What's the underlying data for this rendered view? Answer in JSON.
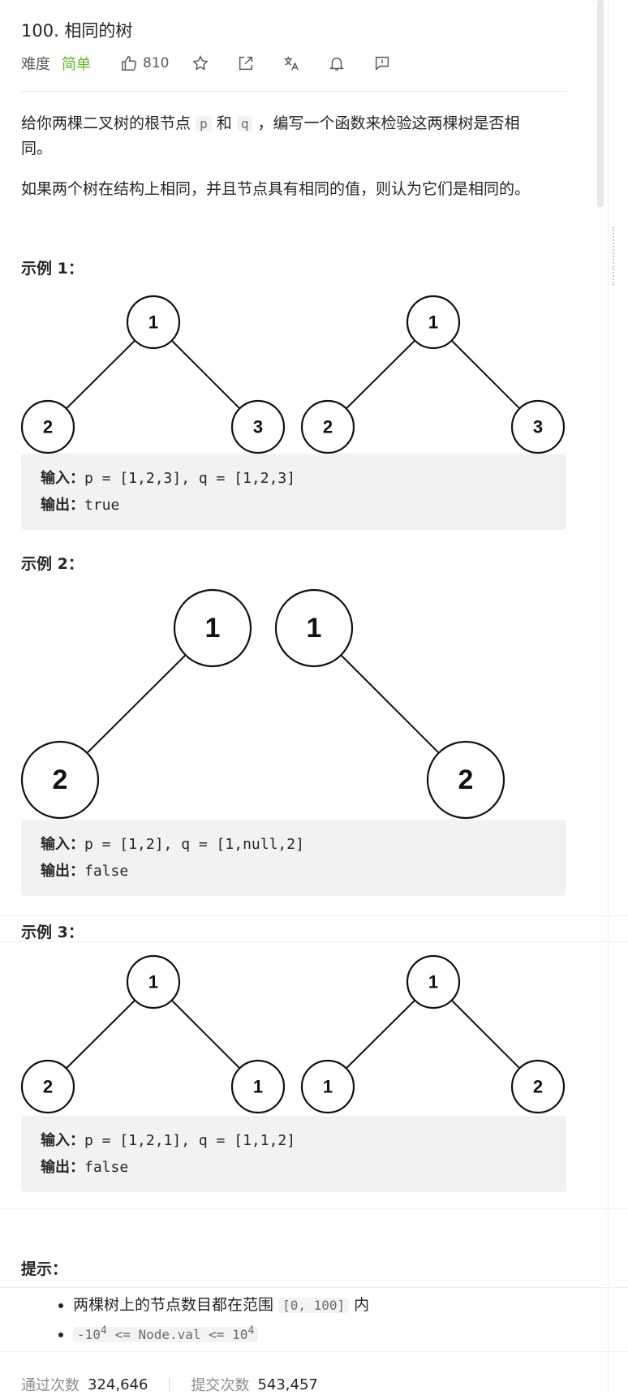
{
  "problem": {
    "title": "100. 相同的树",
    "difficulty_label": "难度",
    "difficulty_value": "简单",
    "likes": "810",
    "icons": [
      "thumbs-up-icon",
      "star-icon",
      "share-icon",
      "translate-icon",
      "bell-icon",
      "feedback-icon"
    ]
  },
  "description": {
    "p1_part1": "给你两棵二叉树的根节点",
    "p1_code_p": "p",
    "p1_part2": "和",
    "p1_code_q": "q",
    "p1_part3": "，编写一个函数来检验这两棵树是否相",
    "p1_part4": "同。",
    "p2": "如果两个树在结构上相同，并且节点具有相同的值，则认为它们是相同的。"
  },
  "examples": [
    {
      "heading": "示例 1：",
      "input_label": "输入：",
      "input": "p = [1,2,3], q = [1,2,3]",
      "output_label": "输出：",
      "output": "true",
      "tree_labels": [
        "1",
        "2",
        "3",
        "1",
        "2",
        "3"
      ]
    },
    {
      "heading": "示例 2：",
      "input_label": "输入：",
      "input": "p = [1,2], q = [1,null,2]",
      "output_label": "输出：",
      "output": "false",
      "tree_labels": [
        "1",
        "2",
        "1",
        "2"
      ]
    },
    {
      "heading": "示例 3：",
      "input_label": "输入：",
      "input": "p = [1,2,1], q = [1,1,2]",
      "output_label": "输出：",
      "output": "false",
      "tree_labels": [
        "1",
        "2",
        "1",
        "1",
        "1",
        "2"
      ]
    }
  ],
  "hints": {
    "heading": "提示：",
    "item1_pre": "两棵树上的节点数目都在范围",
    "item1_code": "[0, 100]",
    "item1_post": "内",
    "item2_code_a": "-10",
    "item2_sup_a": "4",
    "item2_code_b": " <= Node.val <= 10",
    "item2_sup_b": "4"
  },
  "stats": {
    "accepted_label": "通过次数",
    "accepted_value": "324,646",
    "submissions_label": "提交次数",
    "submissions_value": "543,457"
  }
}
